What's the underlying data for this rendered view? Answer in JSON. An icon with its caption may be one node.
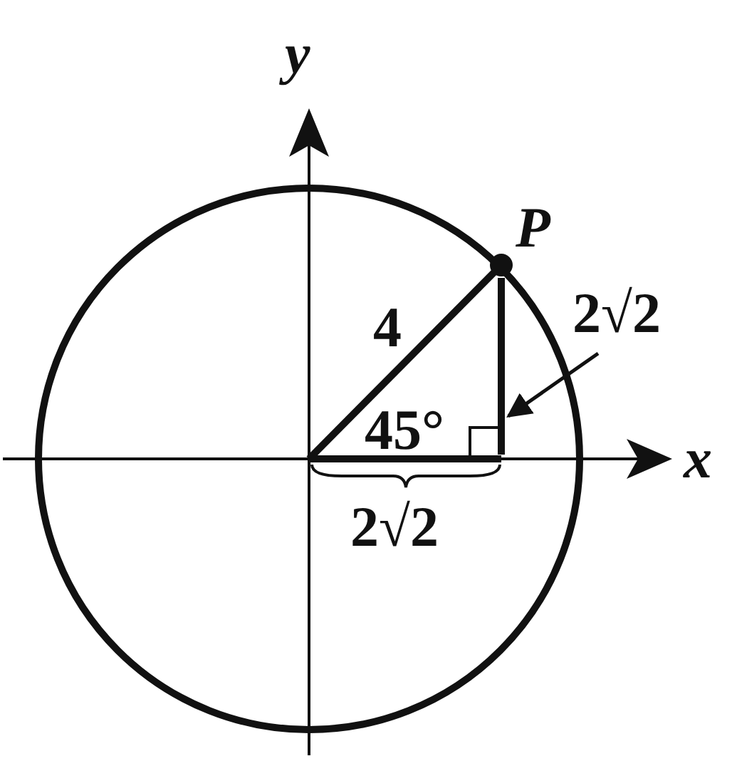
{
  "diagram": {
    "nodes": [
      {
        "text": [
          "2√2"
        ]
      },
      {
        "text": [],
        "shape": "line"
      }
    ],
    "edges": [
      {
        "from": 0,
        "to": 1,
        "arrow": "to"
      }
    ],
    "labels": [
      "y",
      "P",
      "4",
      "45°",
      "x",
      "2√2"
    ]
  }
}
